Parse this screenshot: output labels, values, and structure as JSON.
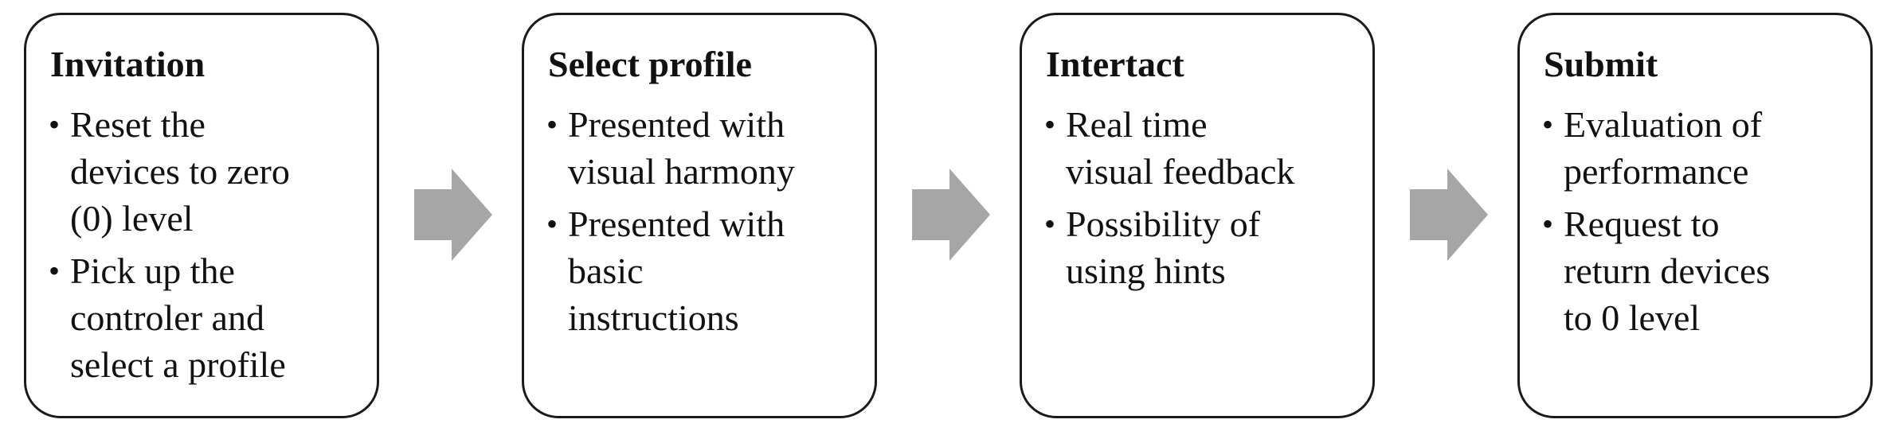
{
  "steps": [
    {
      "title": "Invitation",
      "bullets": [
        {
          "marker": "•",
          "lines": [
            "Reset the",
            "devices to zero",
            "(0) level"
          ]
        },
        {
          "marker": "•",
          "lines": [
            "Pick up the",
            "controler and",
            "select a profile"
          ]
        }
      ]
    },
    {
      "title": "Select profile",
      "bullets": [
        {
          "marker": "•",
          "lines": [
            "Presented with",
            "visual harmony"
          ]
        },
        {
          "marker": "•",
          "lines": [
            "Presented with",
            "basic",
            "instructions"
          ]
        }
      ]
    },
    {
      "title": "Intertact",
      "bullets": [
        {
          "marker": "•",
          "lines": [
            "Real time",
            "visual feedback"
          ]
        },
        {
          "marker": "•",
          "lines": [
            "Possibility of",
            "using hints"
          ]
        }
      ]
    },
    {
      "title": "Submit",
      "bullets": [
        {
          "marker": "•",
          "lines": [
            "Evaluation of",
            "performance"
          ]
        },
        {
          "marker": "•",
          "lines": [
            "Request to",
            "return devices",
            "to 0 level"
          ]
        }
      ]
    }
  ],
  "colors": {
    "box_border": "#1a1a1a",
    "arrow_fill": "#a6a6a6",
    "text": "#111111",
    "background": "#ffffff"
  },
  "icons": {
    "connector": "right-arrow-icon"
  }
}
